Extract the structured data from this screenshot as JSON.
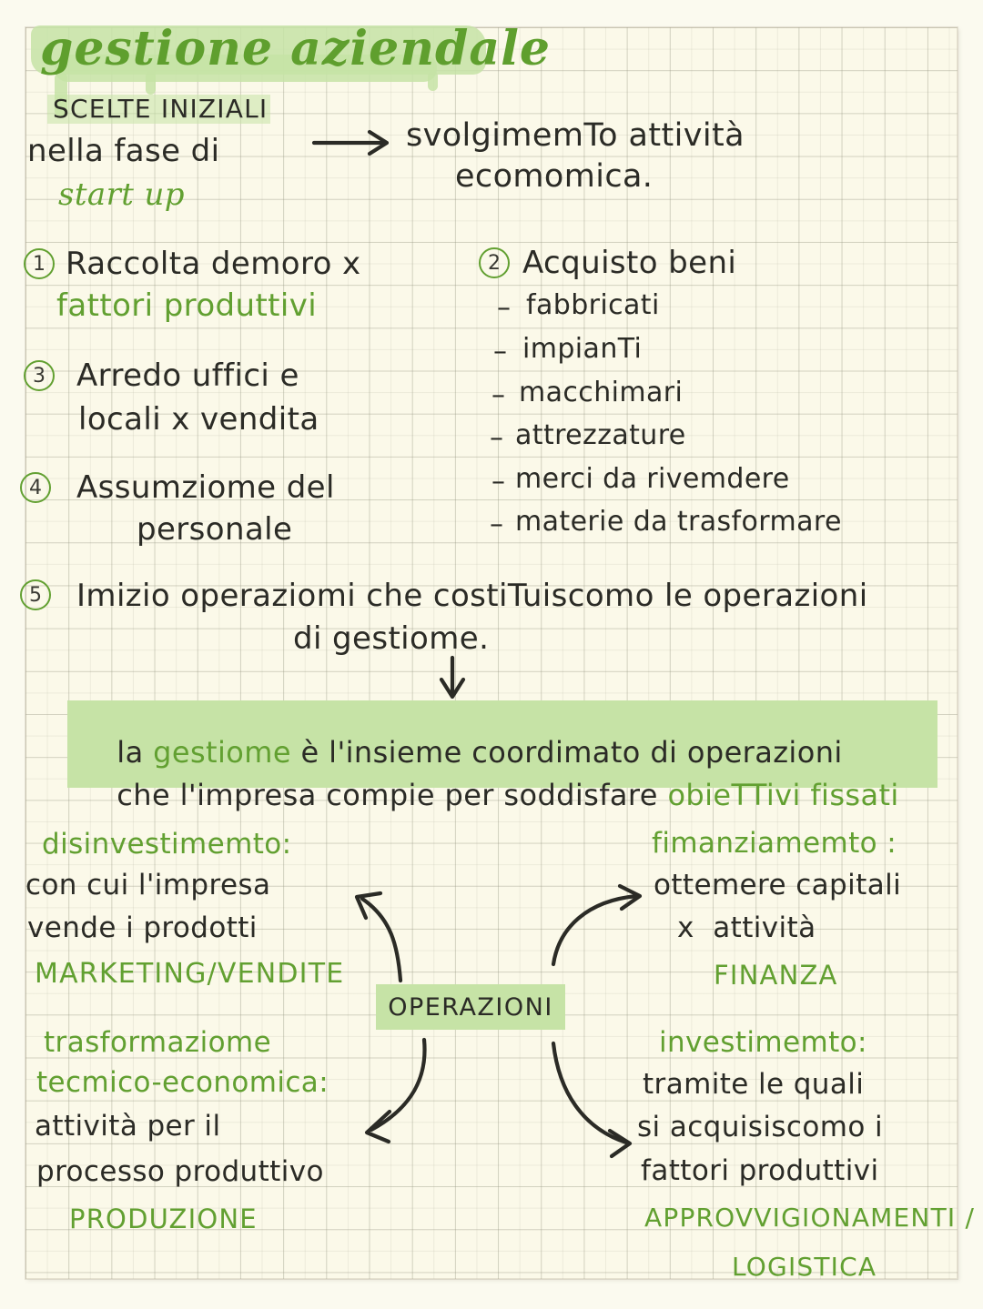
{
  "page": {
    "title": "gestione aziendale",
    "paper": "squared-grid-notebook",
    "colors": {
      "paper": "#fbf9e9",
      "grid": "#96968244",
      "ink": "#2b2b26",
      "green_ink": "#62a031",
      "highlight": "#c6e3a6"
    }
  },
  "intro": {
    "label_caps": "SCELTE INIZIALI",
    "line1": "nella fase di",
    "line2_green": "start up",
    "arrow": "right-arrow",
    "result_line1": "svolgimemTo attività",
    "result_line2": "ecomomica."
  },
  "steps": [
    {
      "number": "1",
      "lines": [
        {
          "text": "Raccolta demoro x",
          "color": "black"
        },
        {
          "text": "fattori produttivi",
          "color": "green"
        }
      ]
    },
    {
      "number": "2",
      "lines": [
        {
          "text": "Acquisto beni",
          "color": "black"
        }
      ],
      "bullets": [
        "fabbricati",
        "impianTi",
        "macchimari",
        "attrezzature",
        "merci da rivemdere",
        "materie da trasformare"
      ]
    },
    {
      "number": "3",
      "lines": [
        {
          "text": "Arredo uffici e",
          "color": "black"
        },
        {
          "text": "locali x vendita",
          "color": "black"
        }
      ]
    },
    {
      "number": "4",
      "lines": [
        {
          "text": "Assumziome del",
          "color": "black"
        },
        {
          "text": "personale",
          "color": "black"
        }
      ]
    },
    {
      "number": "5",
      "lines": [
        {
          "text": "Imizio operaziomi che costiTuiscomo le operazioni",
          "color": "black"
        },
        {
          "text": "di gestiome.",
          "color": "black"
        }
      ]
    }
  ],
  "definition": {
    "arrow": "down-arrow",
    "line1": {
      "pre": "la ",
      "green": "gestiome",
      "post": " è l'insieme coordimato di operazioni"
    },
    "line2": {
      "pre": "che l'impresa compie per soddisfare ",
      "green": "obieTTivi fissati"
    }
  },
  "diagram": {
    "center_label": "OPERAZIONI",
    "quadrants": [
      {
        "id": "disinvestimento",
        "position": "top-left",
        "heading": "disinvestimemto:",
        "body": [
          "con cui l'impresa",
          "vende i prodotti"
        ],
        "footer": "MARKETING/VENDITE"
      },
      {
        "id": "finanziamento",
        "position": "top-right",
        "heading": "fimanziamemto :",
        "body": [
          "ottemere capitali",
          "x  attività"
        ],
        "footer": "FINANZA"
      },
      {
        "id": "trasformazione",
        "position": "bottom-left",
        "heading": "trasformaziome",
        "heading2": "tecmico-economica:",
        "body": [
          "attività per il",
          "processo produttivo"
        ],
        "footer": "PRODUZIONE"
      },
      {
        "id": "investimento",
        "position": "bottom-right",
        "heading": "investimemto:",
        "body": [
          "tramite le quali",
          "si acquisiscomo i",
          "fattori produttivi"
        ],
        "footer": "APPROVVIGIONAMENTI /",
        "footer2": "LOGISTICA"
      }
    ],
    "arrows": [
      {
        "from": "center",
        "to": "top-left"
      },
      {
        "from": "center",
        "to": "top-right"
      },
      {
        "from": "center",
        "to": "bottom-left"
      },
      {
        "from": "center",
        "to": "bottom-right"
      }
    ]
  }
}
